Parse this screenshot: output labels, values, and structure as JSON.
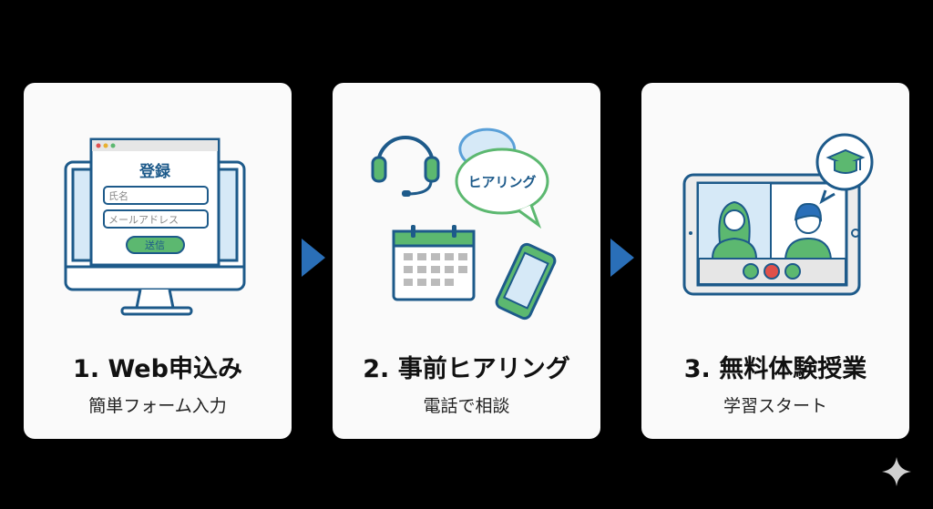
{
  "steps": [
    {
      "title": "1. Web申込み",
      "subtitle": "簡単フォーム入力",
      "form": {
        "heading": "登録",
        "name_placeholder": "氏名",
        "email_placeholder": "メールアドレス",
        "submit_label": "送信"
      }
    },
    {
      "title": "2. 事前ヒアリング",
      "subtitle": "電話で相談",
      "bubble_text": "ヒアリング"
    },
    {
      "title": "3. 無料体験授業",
      "subtitle": "学習スタート"
    }
  ],
  "colors": {
    "navy": "#1d5a8a",
    "green": "#5cb870",
    "arrow": "#2a6fb8",
    "red": "#e0504a"
  }
}
